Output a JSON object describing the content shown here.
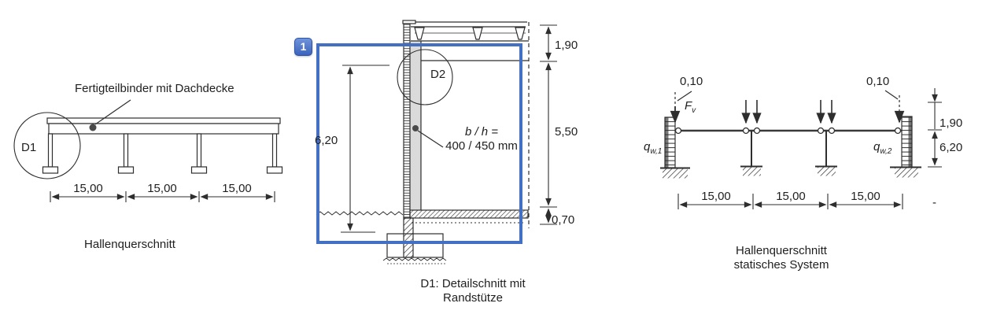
{
  "figure": {
    "left": {
      "callout": "Fertigteilbinder mit Dachdecke",
      "detail_label": "D1",
      "dims": [
        "15,00",
        "15,00",
        "15,00"
      ],
      "caption": "Hallenquerschnitt"
    },
    "middle": {
      "marker": "1",
      "detail_label": "D2",
      "height_dim": "6,20",
      "column_note_line1": "b / h =",
      "column_note_line2": "400 / 450 mm",
      "dim_top": "1,90",
      "dim_mid": "5,50",
      "dim_bottom": "0,70",
      "caption_line1": "D1: Detailschnitt mit",
      "caption_line2": "Randstütze"
    },
    "right": {
      "ecc_left": "0,10",
      "ecc_right": "0,10",
      "force": {
        "base": "F",
        "sub": "v"
      },
      "wind_left": {
        "base": "q",
        "sub": "w,1"
      },
      "wind_right": {
        "base": "q",
        "sub": "w,2"
      },
      "dim_top": "1,90",
      "dim_bottom": "6,20",
      "dims": [
        "15,00",
        "15,00",
        "15,00"
      ],
      "caption_line1": "Hallenquerschnitt",
      "caption_line2": "statisches System",
      "stray_mark": "-"
    },
    "colors": {
      "accent_blue": "#4470C4",
      "badge_blue_top": "#7094da",
      "badge_blue_bottom": "#3a63bd",
      "ink": "#2e2e2e",
      "column_gray": "#dadada"
    }
  }
}
